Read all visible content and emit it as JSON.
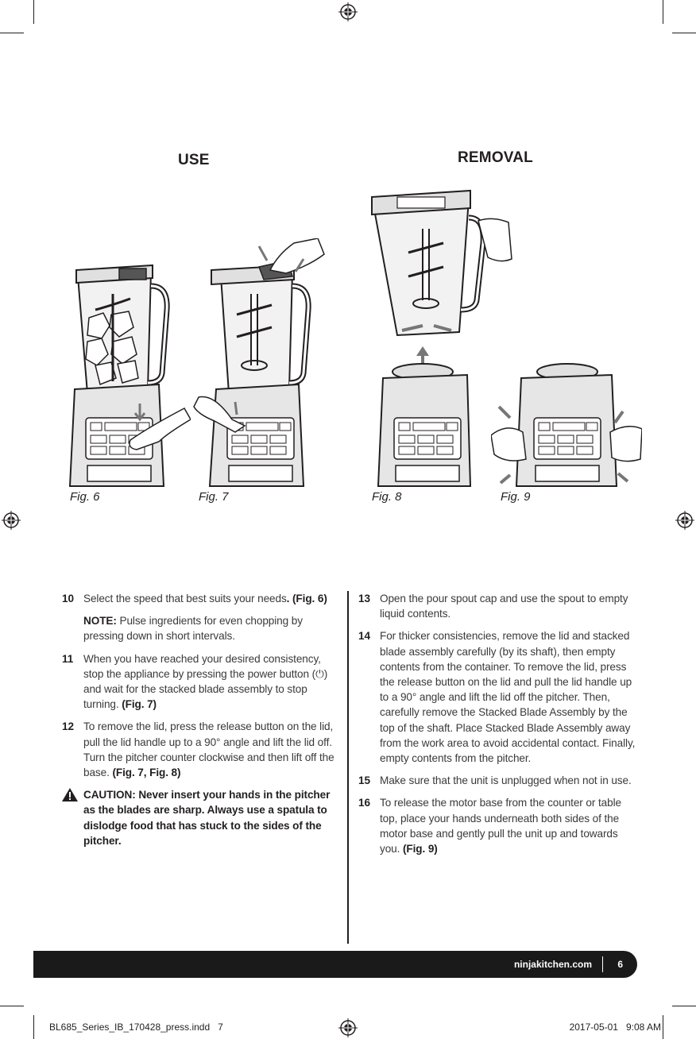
{
  "headings": {
    "use": "USE",
    "removal": "REMOVAL"
  },
  "figures": {
    "fig6": "Fig. 6",
    "fig7": "Fig. 7",
    "fig8": "Fig. 8",
    "fig9": "Fig. 9"
  },
  "left_column": {
    "item10": {
      "num": "10",
      "text": "Select the speed that best suits your needs",
      "ref": ". (Fig. 6)"
    },
    "note": {
      "label": "NOTE:",
      "text": " Pulse ingredients for even chopping by pressing down in short intervals."
    },
    "item11": {
      "num": "11",
      "text": "When you have reached your desired consistency, stop the appliance by pressing the power button (⏻) and wait for the stacked blade assembly to stop turning. ",
      "ref": "(Fig. 7)"
    },
    "item12": {
      "num": "12",
      "text": "To remove the lid, press the release button on the lid, pull the lid handle up to a 90° angle and lift the lid off. Turn the pitcher counter clockwise and then lift off the base. ",
      "ref": "(Fig. 7, Fig. 8)"
    },
    "caution": "CAUTION: Never insert your hands in the pitcher as the blades are sharp. Always use a spatula to dislodge food that has stuck to the sides of the pitcher."
  },
  "right_column": {
    "item13": {
      "num": "13",
      "text": "Open the pour spout cap and use the spout to empty liquid contents."
    },
    "item14": {
      "num": "14",
      "text": "For thicker consistencies, remove the lid and stacked blade assembly carefully (by its shaft), then empty contents from the container. To remove the lid, press the release button on the lid and pull the lid handle up to a 90° angle and lift the lid off the pitcher. Then, carefully remove the Stacked Blade Assembly by the top of the shaft. Place Stacked Blade Assembly away from the work area to avoid accidental contact. Finally, empty contents from the pitcher."
    },
    "item15": {
      "num": "15",
      "text": "Make sure that the unit is unplugged when not in use."
    },
    "item16": {
      "num": "16",
      "text": "To release the motor base from the counter or table top, place your hands underneath both sides of the motor base and gently pull the unit up and towards you. ",
      "ref": "(Fig. 9)"
    }
  },
  "footer": {
    "url": "ninjakitchen.com",
    "page": "6"
  },
  "slug": {
    "file": "BL685_Series_IB_170428_press.indd   7",
    "date": "2017-05-01   9:08 AM"
  }
}
